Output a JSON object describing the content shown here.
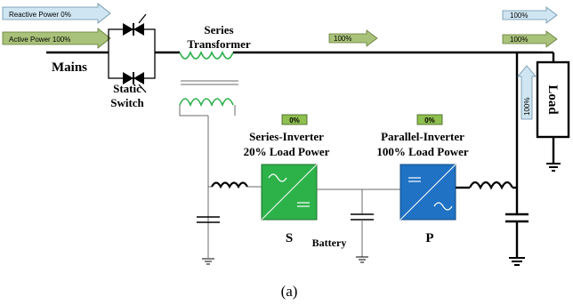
{
  "colors": {
    "reactive_arrow": "#cfe6f2",
    "active_arrow": "#a9c27a",
    "series_inverter": "#2db24a",
    "parallel_inverter": "#1f72c4",
    "percent_badge": "#8fbf4f",
    "transformer_coil": "#2ab04b"
  },
  "input_arrows": {
    "reactive": "Reactive Power 0%",
    "active": "Active Power 100%"
  },
  "labels": {
    "mains": "Mains",
    "static_switch_line1": "Static",
    "static_switch_line2": "Switch",
    "series_transformer_line1": "Series",
    "series_transformer_line2": "Transformer",
    "series_inverter_line1": "Series-Inverter",
    "series_inverter_line2": "20% Load Power",
    "parallel_inverter_line1": "Parallel-Inverter",
    "parallel_inverter_line2": "100% Load Power",
    "series_symbol": "S",
    "parallel_symbol": "P",
    "battery": "Battery",
    "load": "Load",
    "caption": "(a)"
  },
  "badges": {
    "series_inverter": "0%",
    "parallel_inverter": "0%"
  },
  "flow_arrows": {
    "line_mid": "100%",
    "right_top_reactive": "100%",
    "right_top_active": "100%",
    "load_vertical": "100%"
  }
}
